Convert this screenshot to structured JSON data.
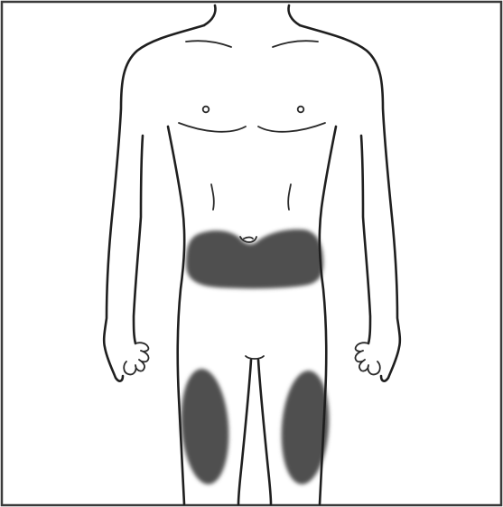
{
  "figure": {
    "description_hidden": "",
    "colors": {
      "border": "#3a3a3a",
      "outline": "#1f1f1f",
      "injection_site_fill": "#505050",
      "background": "#ffffff"
    },
    "regions": [
      {
        "name": "abdomen-injection-site",
        "shaded": true
      },
      {
        "name": "left-thigh-injection-site",
        "shaded": true
      },
      {
        "name": "right-thigh-injection-site",
        "shaded": true
      }
    ]
  }
}
